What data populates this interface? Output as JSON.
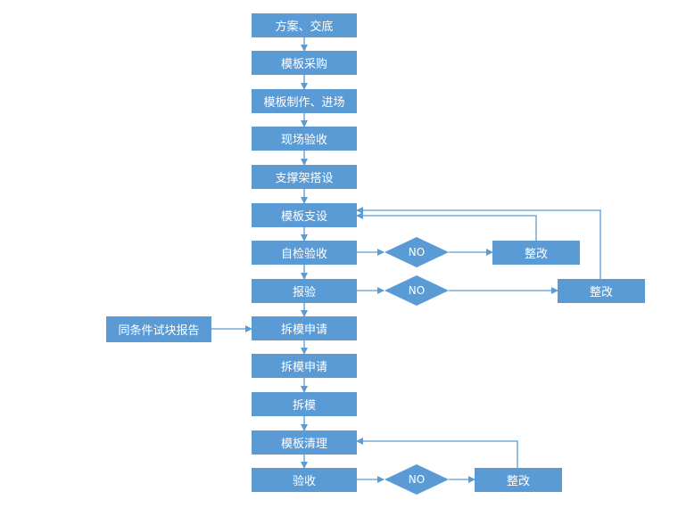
{
  "flow": {
    "plan": "方案、交底",
    "purchase": "模板采购",
    "make": "模板制作、进场",
    "inspect": "现场验收",
    "support": "支撑架搭设",
    "formwork": "模板支设",
    "selfcheck": "自检验收",
    "report": "报验",
    "strip_apply_1": "拆模申请",
    "strip_apply_2": "拆模申请",
    "strip": "拆模",
    "clean": "模板清理",
    "accept": "验收"
  },
  "side": {
    "test_report": "同条件试块报告",
    "fix_1": "整改",
    "fix_2": "整改",
    "fix_3": "整改"
  },
  "decisions": {
    "no_1": "NO",
    "no_2": "NO",
    "no_3": "NO"
  },
  "colors": {
    "fill": "#5b9bd5",
    "line": "#5b9bd5",
    "text": "#ffffff"
  }
}
